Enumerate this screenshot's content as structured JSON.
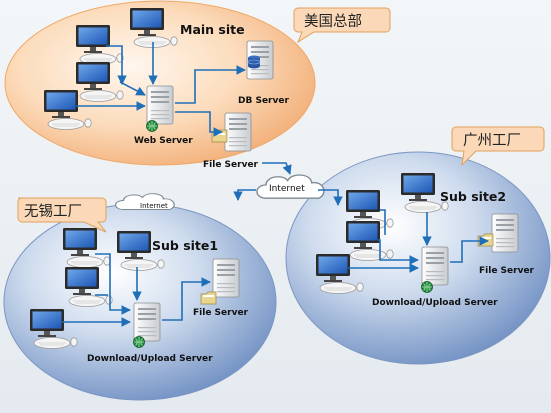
{
  "main_site": {
    "label": "Main site",
    "callout": "美国总部",
    "db_server": "DB Server",
    "web_server": "Web Server",
    "file_server": "File Server"
  },
  "sub_site1": {
    "label": "Sub site1",
    "callout": "无锡工厂",
    "file_server": "File Server",
    "transfer_server": "Download/Upload Server"
  },
  "sub_site2": {
    "label": "Sub site2",
    "callout": "广州工厂",
    "file_server": "File Server",
    "transfer_server": "Download/Upload Server"
  },
  "internet": {
    "center_label": "Internet",
    "left_label": "Internet"
  },
  "colors": {
    "main_site_fill": "#f6c9a0",
    "sub_site_fill": "#9bb3d6",
    "callout_fill": "#fbd9b8",
    "callout_stroke": "#e0a05a",
    "arrow": "#1f6fb8"
  }
}
